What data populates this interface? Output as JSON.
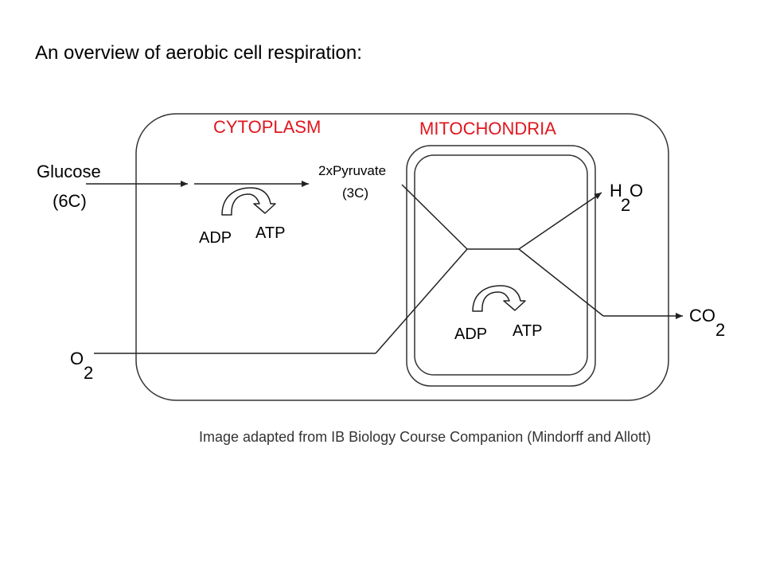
{
  "title": "An overview of aerobic cell respiration:",
  "regions": {
    "cytoplasm": "CYTOPLASM",
    "mitochondria": "MITOCHONDRIA"
  },
  "glucose": {
    "name": "Glucose",
    "carbons": "(6C)"
  },
  "pyruvate": {
    "name": "2xPyruvate",
    "carbons": "(3C)"
  },
  "cytoplasm_energy": {
    "input": "ADP",
    "output": "ATP"
  },
  "mito_energy": {
    "input": "ADP",
    "output": "ATP"
  },
  "products": {
    "water": {
      "symbol": "H",
      "subscript": "2",
      "suffix": "O"
    },
    "carbon_dioxide": {
      "symbol": "CO",
      "subscript": "2"
    }
  },
  "reactants": {
    "oxygen": {
      "symbol": "O",
      "subscript": "2"
    }
  },
  "credit": "Image adapted from IB Biology Course Companion (Mindorff and Allott)",
  "colors": {
    "region_label": "#e0161e",
    "line": "#222222"
  }
}
